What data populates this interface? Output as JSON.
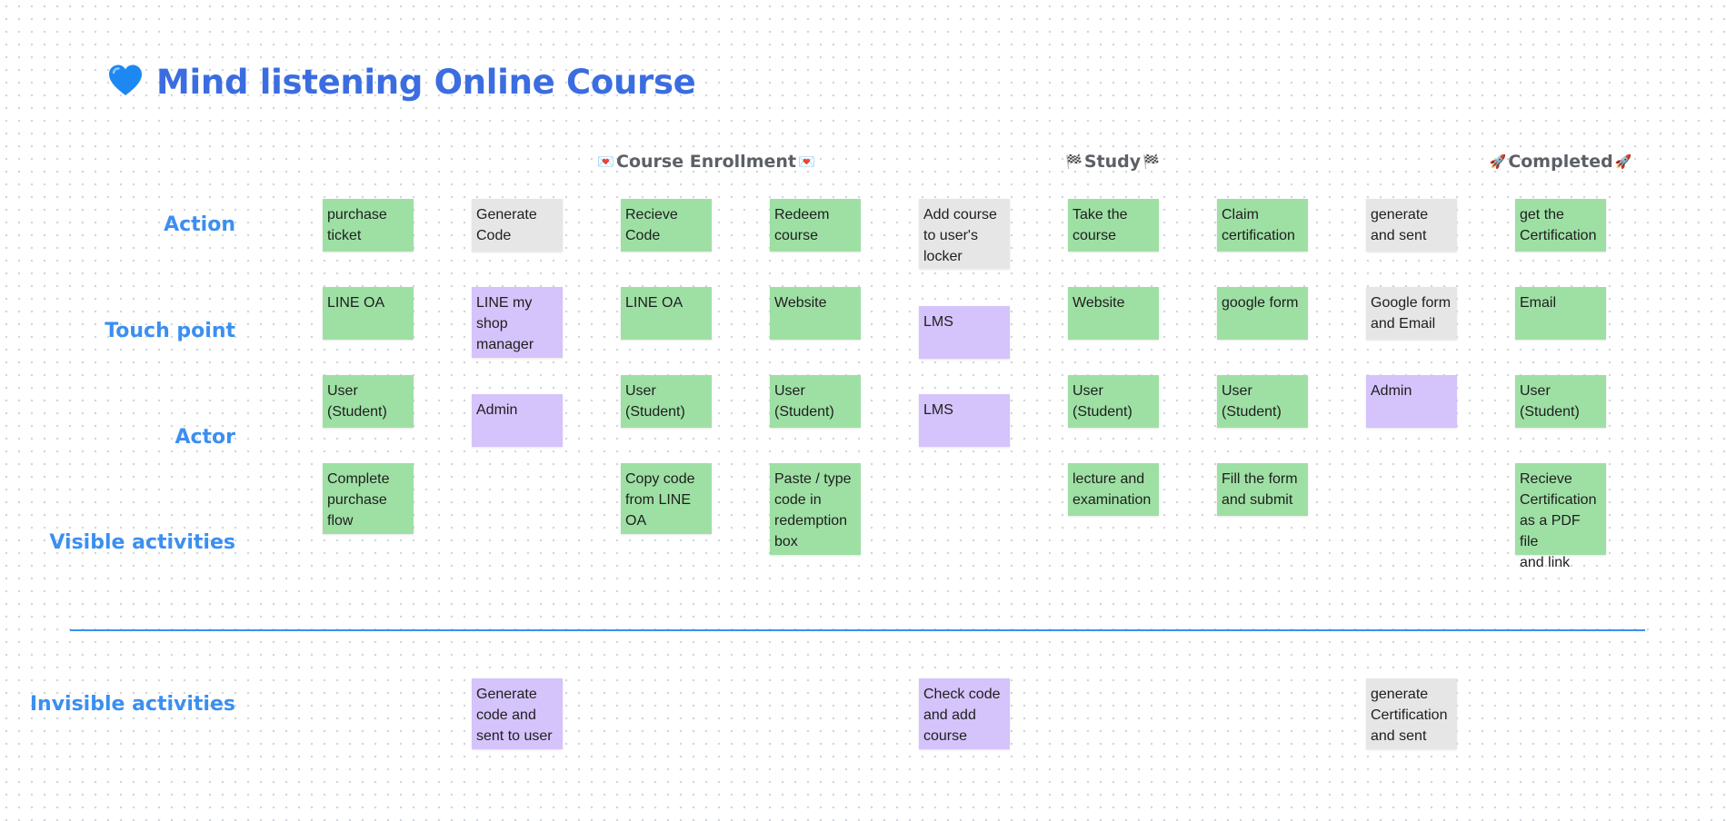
{
  "title": "Mind listening Online Course",
  "title_icon": "blue-heart-icon",
  "colors": {
    "title": "#3b6de0",
    "row_label": "#3b8ff0",
    "divider": "#3b8ff0",
    "green_note": "#9ee0a4",
    "purple_note": "#d5c3fb",
    "gray_note": "#e6e6e6"
  },
  "phases": [
    {
      "label": "Course Enrollment",
      "icon": "love-letter-icon",
      "glyph": "💌"
    },
    {
      "label": "Study",
      "icon": "checkered-flag-icon",
      "glyph": "🏁"
    },
    {
      "label": "Completed",
      "icon": "rocket-icon",
      "glyph": "🚀"
    }
  ],
  "row_labels": {
    "action": "Action",
    "touch_point": "Touch point",
    "actor": "Actor",
    "visible": "Visible activities",
    "invisible": "Invisible activities"
  },
  "notes": {
    "action": [
      {
        "text": "purchase\nticket",
        "color": "green"
      },
      {
        "text": "Generate\nCode",
        "color": "gray"
      },
      {
        "text": "Recieve\nCode",
        "color": "green"
      },
      {
        "text": "Redeem\ncourse",
        "color": "green"
      },
      {
        "text": "Add course\nto user's\nlocker",
        "color": "gray"
      },
      {
        "text": "Take the\ncourse",
        "color": "green"
      },
      {
        "text": "Claim\ncertification",
        "color": "green"
      },
      {
        "text": "generate\nand sent",
        "color": "gray"
      },
      {
        "text": "get the\nCertification",
        "color": "green"
      }
    ],
    "touch_point": [
      {
        "text": "LINE OA",
        "color": "green"
      },
      {
        "text": "LINE my\nshop\nmanager",
        "color": "purple"
      },
      {
        "text": "LINE OA",
        "color": "green"
      },
      {
        "text": "Website",
        "color": "green"
      },
      {
        "text": "LMS",
        "color": "purple"
      },
      {
        "text": "Website",
        "color": "green"
      },
      {
        "text": "google form",
        "color": "green"
      },
      {
        "text": "Google form\nand Email",
        "color": "gray"
      },
      {
        "text": "Email",
        "color": "green"
      }
    ],
    "actor": [
      {
        "text": "User\n(Student)",
        "color": "green"
      },
      {
        "text": "Admin",
        "color": "purple"
      },
      {
        "text": "User\n(Student)",
        "color": "green"
      },
      {
        "text": "User\n(Student)",
        "color": "green"
      },
      {
        "text": "LMS",
        "color": "purple"
      },
      {
        "text": "User\n(Student)",
        "color": "green"
      },
      {
        "text": "User\n(Student)",
        "color": "green"
      },
      {
        "text": "Admin",
        "color": "purple"
      },
      {
        "text": "User\n(Student)",
        "color": "green"
      }
    ],
    "visible": [
      {
        "text": "Complete\npurchase\nflow",
        "color": "green"
      },
      {
        "text": "Copy code\nfrom LINE\nOA",
        "color": "green"
      },
      {
        "text": "Paste / type\ncode in\nredemption\nbox",
        "color": "green"
      },
      {
        "text": "lecture and\nexamination",
        "color": "green"
      },
      {
        "text": "Fill the form\nand submit",
        "color": "green"
      },
      {
        "text": "Recieve\nCertification\nas a PDF file\nand link",
        "color": "green"
      }
    ],
    "invisible": [
      {
        "text": "Generate\ncode and\nsent to user",
        "color": "purple"
      },
      {
        "text": "Check code\nand add\ncourse",
        "color": "purple"
      },
      {
        "text": "generate\nCertification\nand sent",
        "color": "gray"
      }
    ]
  }
}
